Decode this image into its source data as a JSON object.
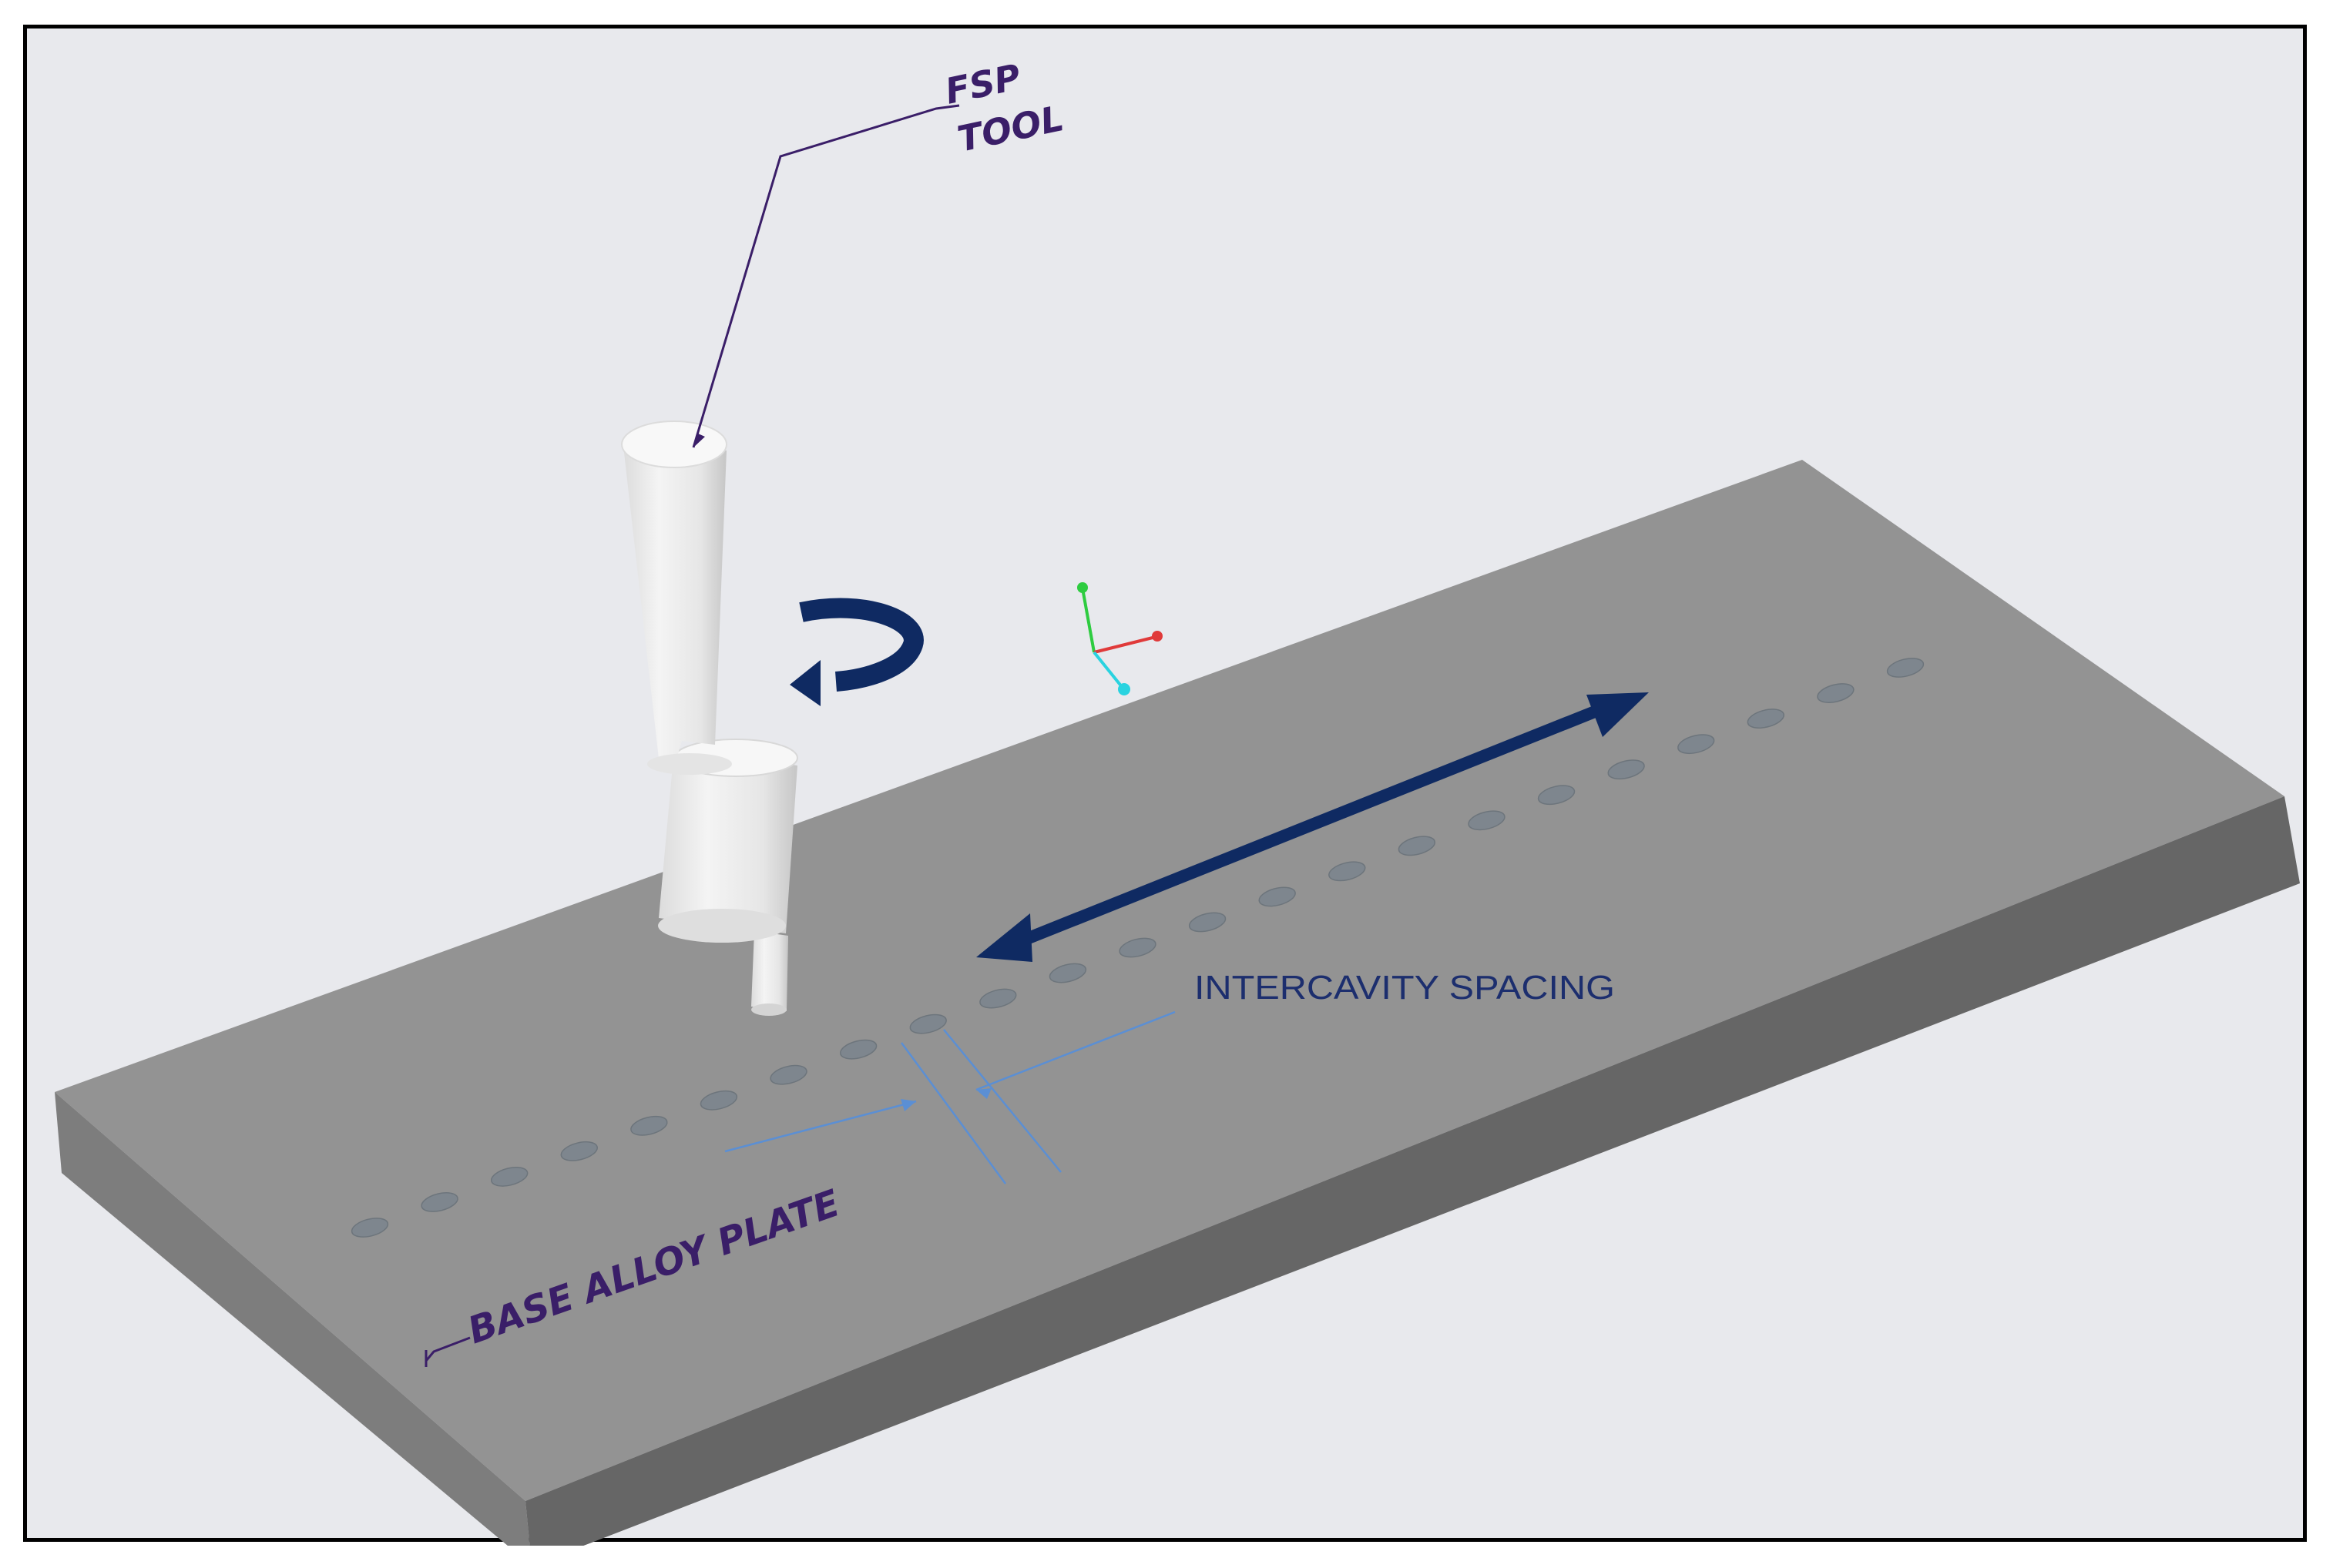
{
  "labels": {
    "fsp_line1": "FSP",
    "fsp_line2": "TOOL",
    "intercavity": "INTERCAVITY SPACING",
    "base_plate": "BASE ALLOY PLATE"
  },
  "colors": {
    "background": "#e8e9ed",
    "plate_top": "#939393",
    "plate_front": "#7c7c7c",
    "plate_right": "#676767",
    "cavity": "#7e868e",
    "tool_light": "#f2f2f2",
    "tool_shadow": "#c9c9c9",
    "arrow_navy": "#0f2a62",
    "callout_purple": "#3a1e68",
    "dimension_blue": "#5b8fd4",
    "axis_green": "#2ecc40",
    "axis_red": "#e03a3a",
    "axis_cyan": "#29d3e0"
  },
  "icons": {
    "rotation": "rotation-arrow-icon",
    "traverse": "double-headed-arrow-icon",
    "triad": "coordinate-triad-icon"
  }
}
